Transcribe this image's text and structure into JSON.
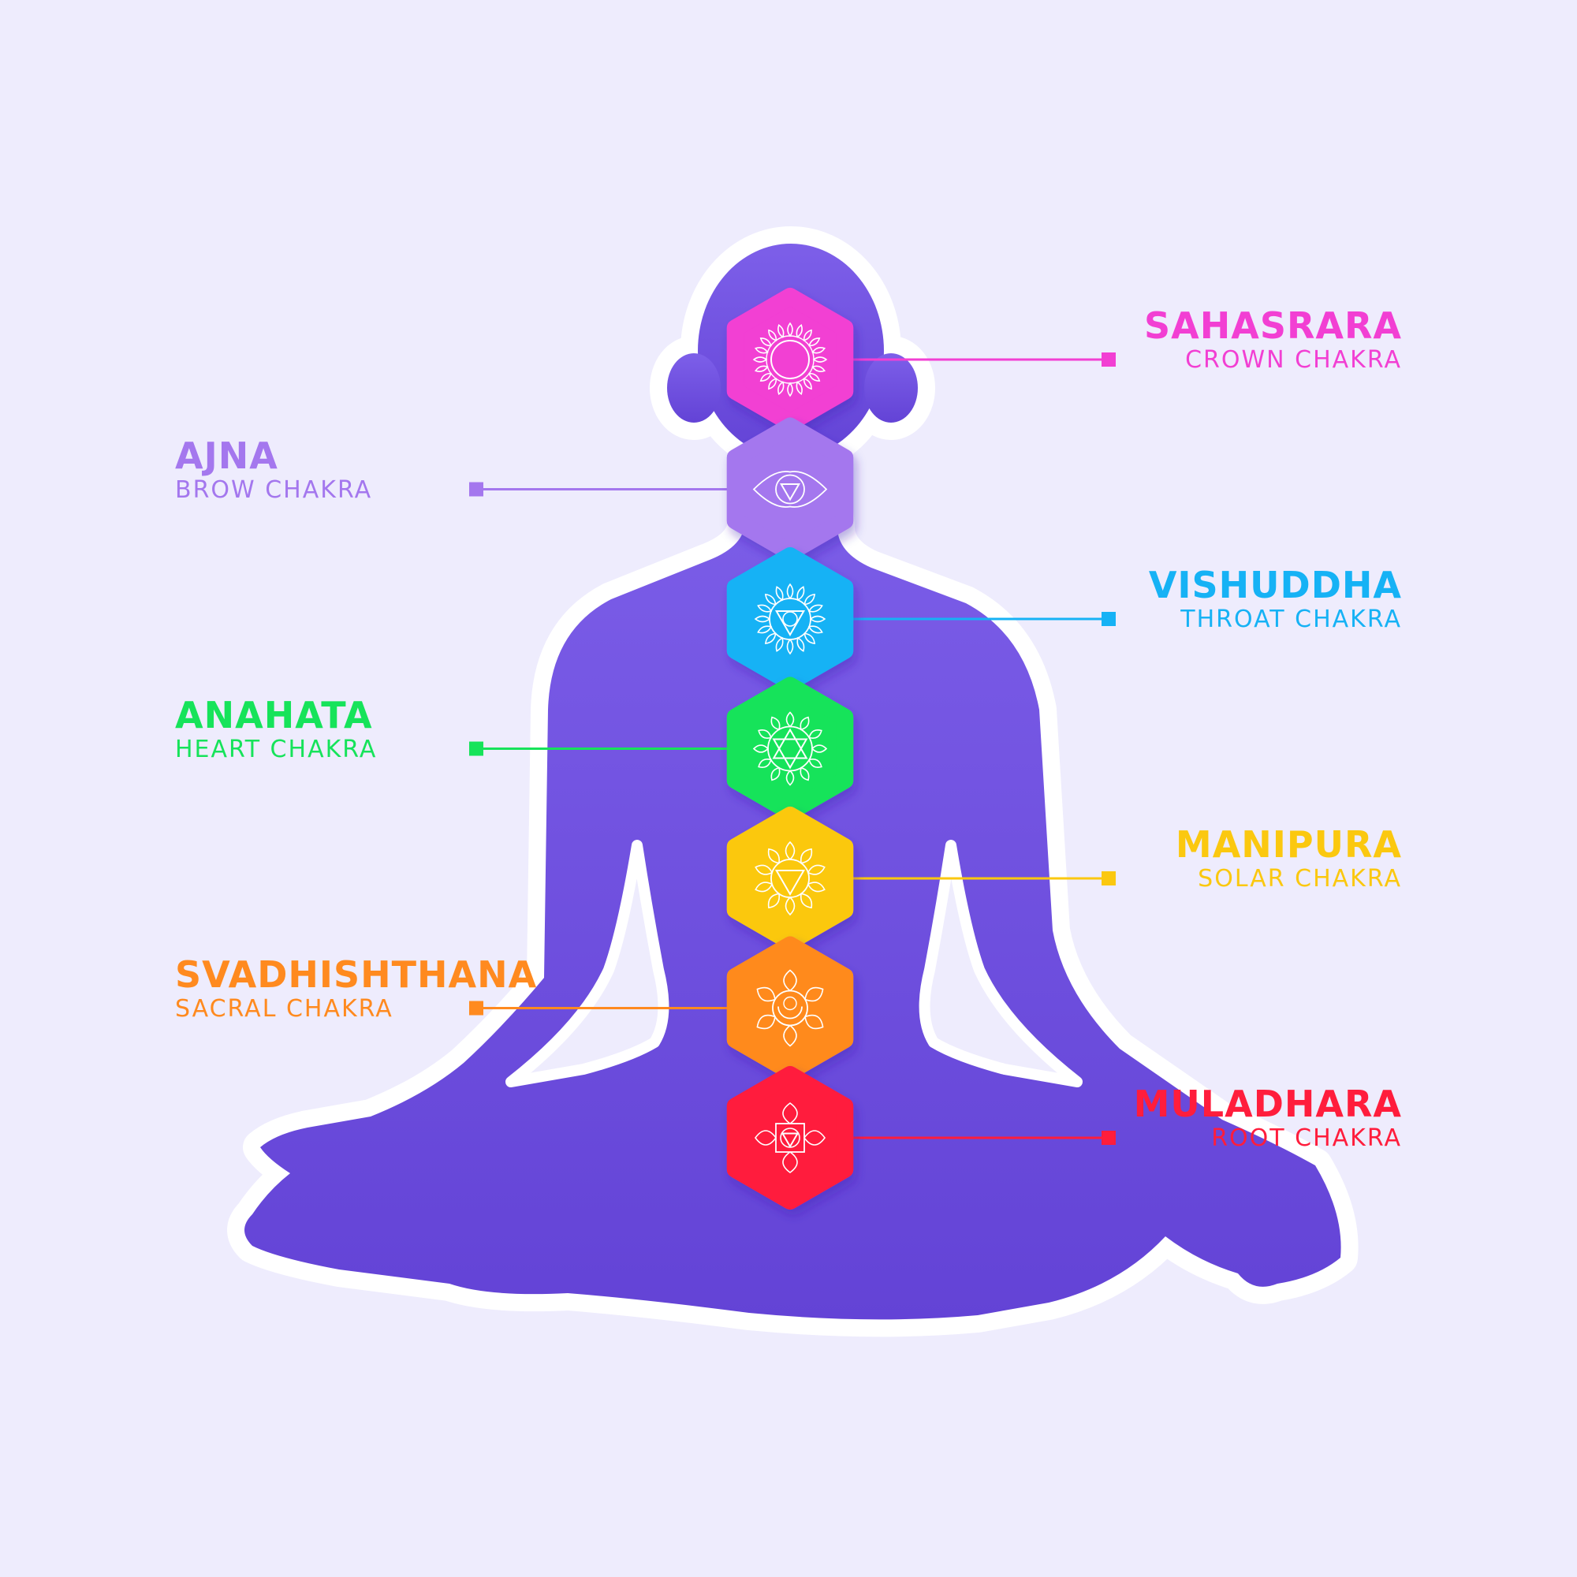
{
  "diagram": {
    "background": "#eeecfd",
    "figure_color_top": "#7b5ce8",
    "figure_color_bottom": "#6444d6",
    "outline_color": "#ffffff",
    "chakras": [
      {
        "id": "sahasrara",
        "name": "SAHASRARA",
        "subtitle": "CROWN CHAKRA",
        "color": "#f23fd3",
        "side": "right",
        "icon": "lotus-circle-icon"
      },
      {
        "id": "ajna",
        "name": "AJNA",
        "subtitle": "BROW CHAKRA",
        "color": "#a477ee",
        "side": "left",
        "icon": "eye-triangle-icon"
      },
      {
        "id": "vishuddha",
        "name": "VISHUDDHA",
        "subtitle": "THROAT CHAKRA",
        "color": "#16b2f5",
        "side": "right",
        "icon": "triangle-lotus-icon"
      },
      {
        "id": "anahata",
        "name": "ANAHATA",
        "subtitle": "HEART CHAKRA",
        "color": "#16e35a",
        "side": "left",
        "icon": "hexagram-icon"
      },
      {
        "id": "manipura",
        "name": "MANIPURA",
        "subtitle": "SOLAR CHAKRA",
        "color": "#fbc80f",
        "side": "right",
        "icon": "triangle-flower-icon"
      },
      {
        "id": "svadhishthana",
        "name": "SVADHISHTHANA",
        "subtitle": "SACRAL CHAKRA",
        "color": "#ff8a1f",
        "side": "left",
        "icon": "crescent-lotus-icon"
      },
      {
        "id": "muladhara",
        "name": "MULADHARA",
        "subtitle": "ROOT CHAKRA",
        "color": "#ff1d3c",
        "side": "right",
        "icon": "square-triangle-icon"
      }
    ]
  }
}
